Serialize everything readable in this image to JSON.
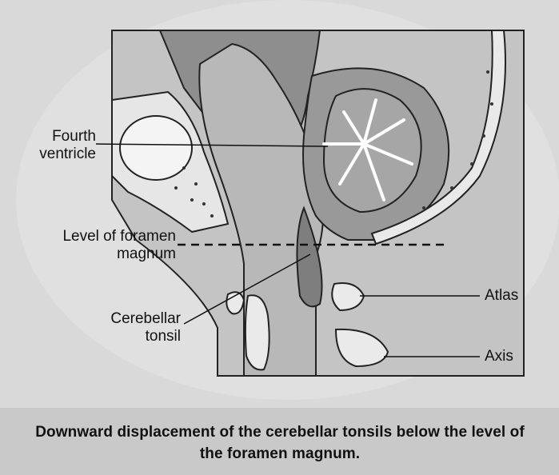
{
  "labels": {
    "fourth_ventricle": "Fourth\nventricle",
    "level_foramen": "Level of foramen\nmagnum",
    "cerebellar_tonsil": "Cerebellar\ntonsil",
    "atlas": "Atlas",
    "axis": "Axis"
  },
  "caption": "Downward displacement of the cerebellar tonsils below the level of the foramen magnum.",
  "colors": {
    "background": "#d9d9d9",
    "dark_tissue": "#8a8a8a",
    "mid_tissue": "#b3b3b3",
    "light_tissue": "#cdcdcd",
    "bone": "#e6e6e6",
    "outline": "#222222"
  }
}
